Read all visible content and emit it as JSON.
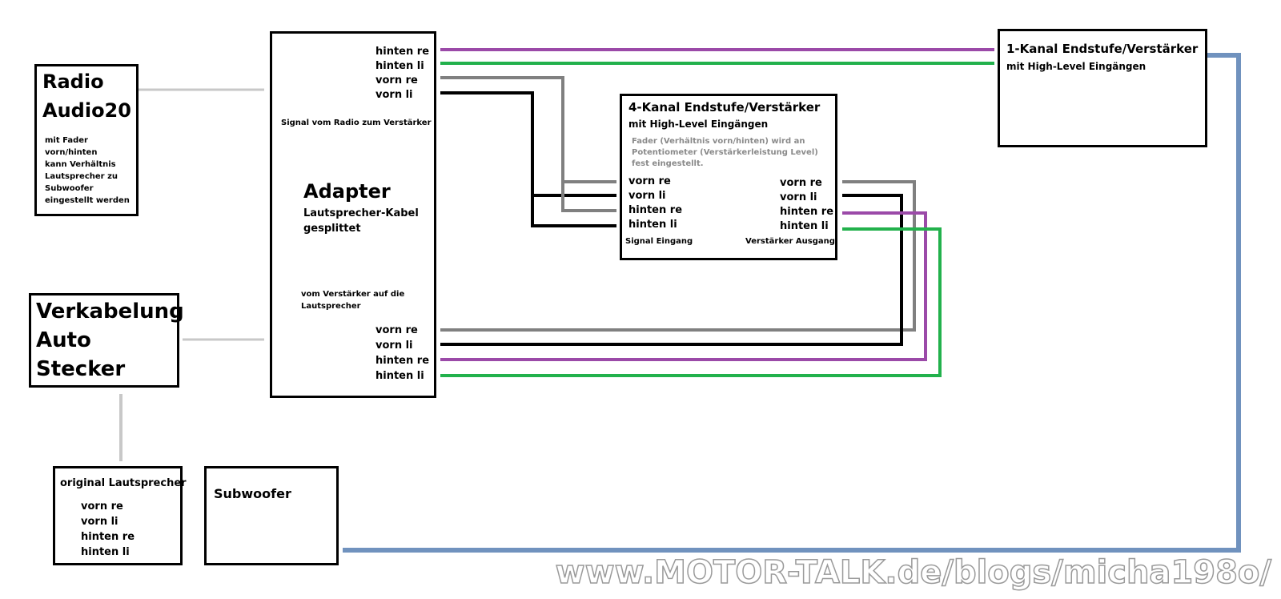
{
  "colors": {
    "grey_link": "#c8c8c8",
    "vorn_re": "#808080",
    "vorn_li": "#000000",
    "hinten_re": "#9b4aa8",
    "hinten_li": "#22b14c",
    "sub_link": "#7092be"
  },
  "radio": {
    "title1": "Radio",
    "title2": "Audio20",
    "notes": [
      "mit Fader",
      "vorn/hinten",
      "kann Verhältnis",
      "Lautsprecher zu",
      "Subwoofer",
      "eingestellt werden"
    ]
  },
  "verkabelung": {
    "lines": [
      "Verkabelung",
      "Auto",
      "Stecker"
    ]
  },
  "original": {
    "title": "original Lautsprecher",
    "pins": [
      "vorn re",
      "vorn li",
      "hinten re",
      "hinten li"
    ]
  },
  "subwoofer": {
    "title": "Subwoofer"
  },
  "adapter": {
    "pins_top": [
      "hinten re",
      "hinten li",
      "vorn re",
      "vorn li"
    ],
    "signal_label": "Signal vom Radio zum Verstärker",
    "title": "Adapter",
    "subtitle1": "Lautsprecher-Kabel",
    "subtitle2": "gesplittet",
    "output_label1": "vom Verstärker auf die",
    "output_label2": "Lautsprecher",
    "pins_bottom": [
      "vorn re",
      "vorn li",
      "hinten re",
      "hinten li"
    ]
  },
  "amp4": {
    "title": "4-Kanal Endstufe/Verstärker",
    "subtitle": "mit High-Level Eingängen",
    "note": [
      "Fader (Verhältnis vorn/hinten) wird an",
      "Potentiometer (Verstärkerleistung Level)",
      "fest eingestellt."
    ],
    "inputs": [
      "vorn re",
      "vorn li",
      "hinten re",
      "hinten li"
    ],
    "outputs": [
      "vorn re",
      "vorn li",
      "hinten re",
      "hinten li"
    ],
    "input_label": "Signal Eingang",
    "output_label": "Verstärker Ausgang"
  },
  "amp1": {
    "title": "1-Kanal Endstufe/Verstärker",
    "subtitle": "mit High-Level Eingängen"
  },
  "watermark": "www.MOTOR-TALK.de/blogs/micha198o/"
}
